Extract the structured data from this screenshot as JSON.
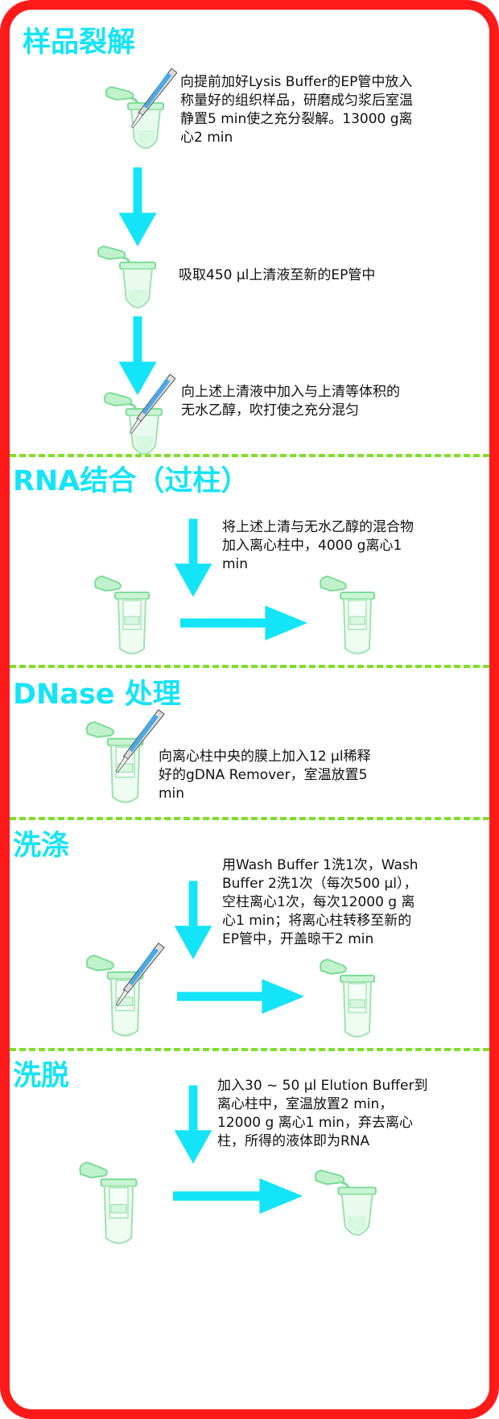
{
  "sections": [
    {
      "title": "样品裂解"
    },
    {
      "title": "RNA结合（过柱）"
    },
    {
      "title": "DNase 处理"
    },
    {
      "title": "洗涤"
    },
    {
      "title": "洗脱"
    }
  ],
  "steps": [
    {
      "text": "向提前加好Lysis Buffer的EP管中放入称量好的组织样品，研磨成匀浆后室温静置5 min使之充分裂解。13000 g离心2 min"
    },
    {
      "text": "吸取450 μl上清液至新的EP管中"
    },
    {
      "text": "向上述上清液中加入与上清等体积的无水乙醇，吹打使之充分混匀"
    },
    {
      "text": "将上述上清与无水乙醇的混合物加入离心柱中，4000 g离心1 min"
    },
    {
      "text": "向离心柱中央的膜上加入12 μl稀释好的gDNA Remover，室温放置5 min"
    },
    {
      "text": "用Wash Buffer 1洗1次，Wash Buffer 2洗1次（每次500 μl），空柱离心1次，每次12000 g 离心1 min；将离心柱转移至新的EP管中，开盖晾干2 min"
    },
    {
      "text": "加入30 ~ 50 μl Elution Buffer到离心柱中，室温放置2 min，12000 g 离心1 min，弃去离心柱，所得的液体即为RNA"
    }
  ],
  "colors": {
    "frame": "#ff1a1a",
    "title": "#14e4f7",
    "arrow": "#14e4f7",
    "divider": "#7de02a",
    "tube": "#8ee8a6"
  }
}
